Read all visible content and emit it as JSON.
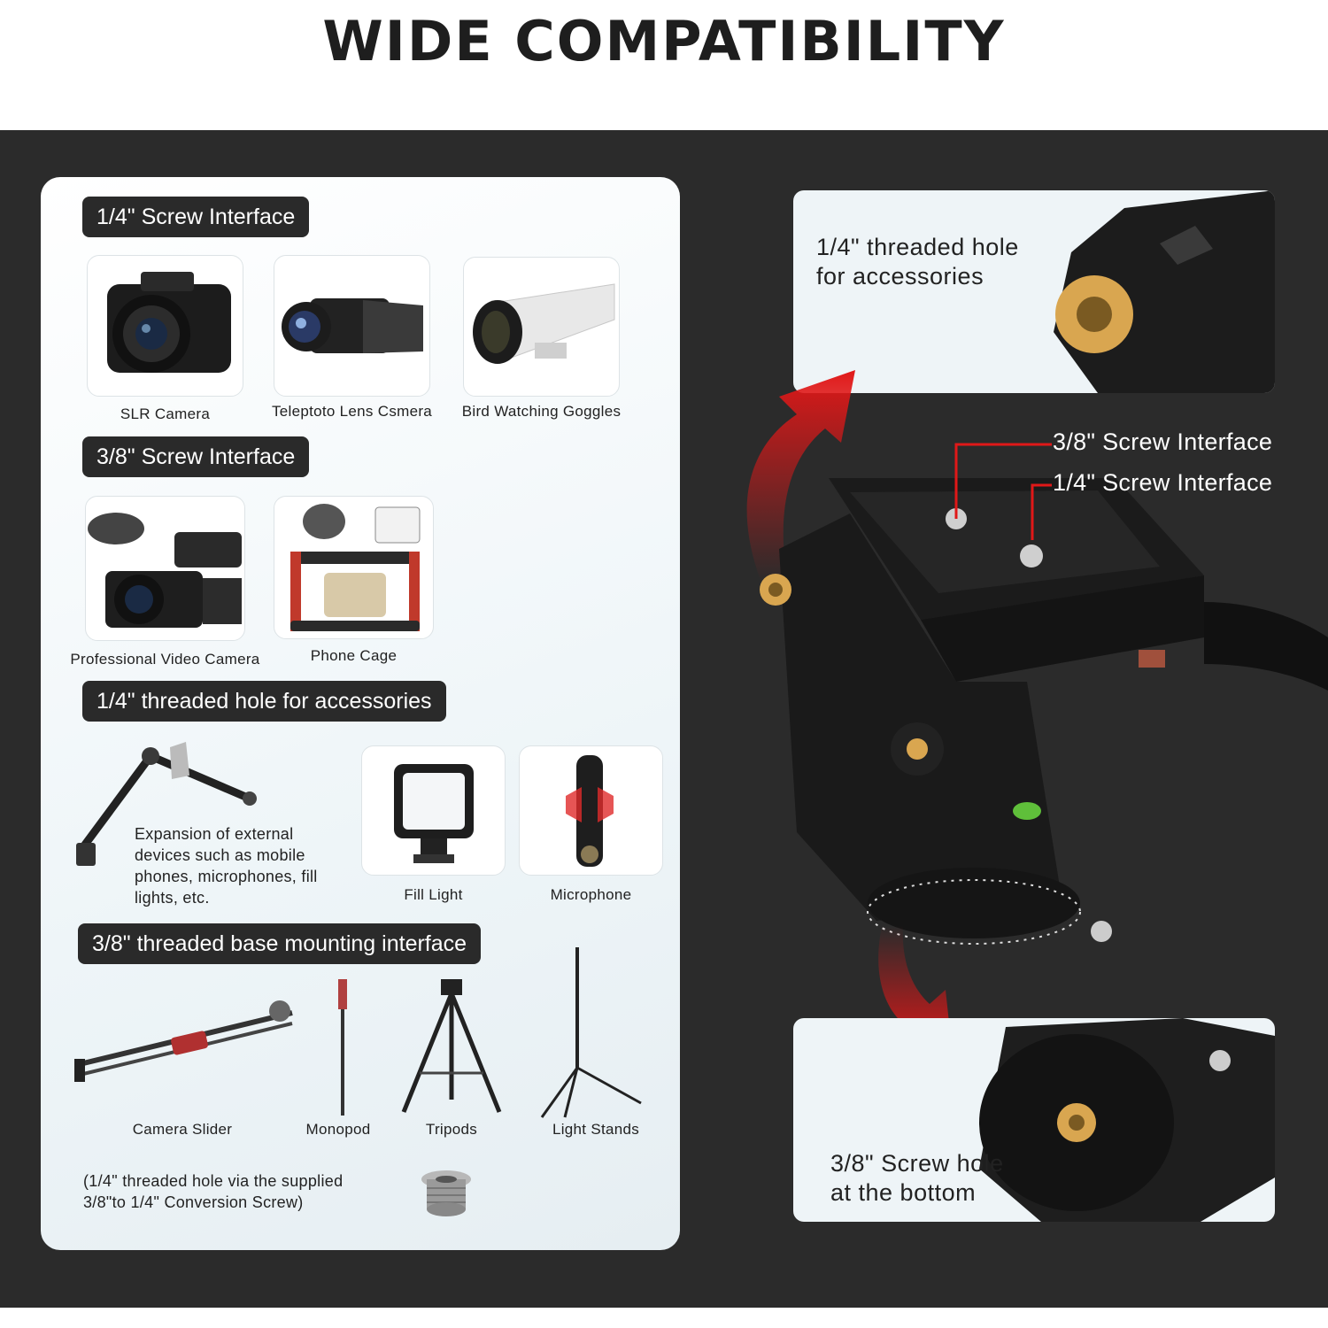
{
  "title": "WIDE COMPATIBILITY",
  "sections": {
    "quarter_interface": {
      "label": "1/4\" Screw Interface",
      "items": [
        "SLR Camera",
        "Teleptoto Lens Csmera",
        "Bird Watching Goggles"
      ]
    },
    "three_eighths_interface": {
      "label": "3/8\" Screw Interface",
      "items": [
        "Professional Video Camera",
        "Phone Cage"
      ]
    },
    "accessory_hole": {
      "label": "1/4\" threaded hole for accessories",
      "arm_description": "Expansion of external devices such as mobile phones, microphones, fill lights, etc.",
      "items": [
        "Fill Light",
        "Microphone"
      ]
    },
    "base_mount": {
      "label": "3/8\" threaded base mounting interface",
      "items": [
        "Camera Slider",
        "Monopod",
        "Tripods",
        "Light Stands"
      ],
      "note_line1": "(1/4\" threaded hole via the supplied",
      "note_line2": "3/8\"to 1/4\" Conversion Screw)"
    }
  },
  "right": {
    "top_callout_line1": "1/4\" threaded hole",
    "top_callout_line2": "for accessories",
    "label_38": "3/8\" Screw Interface",
    "label_14": "1/4\" Screw Interface",
    "bottom_callout_line1": "3/8\" Screw hole",
    "bottom_callout_line2": "at the bottom"
  },
  "colors": {
    "background_dark": "#2b2b2b",
    "pill": "#2a2a2a",
    "arrow_red": "#e01818",
    "brass": "#d9a650"
  }
}
